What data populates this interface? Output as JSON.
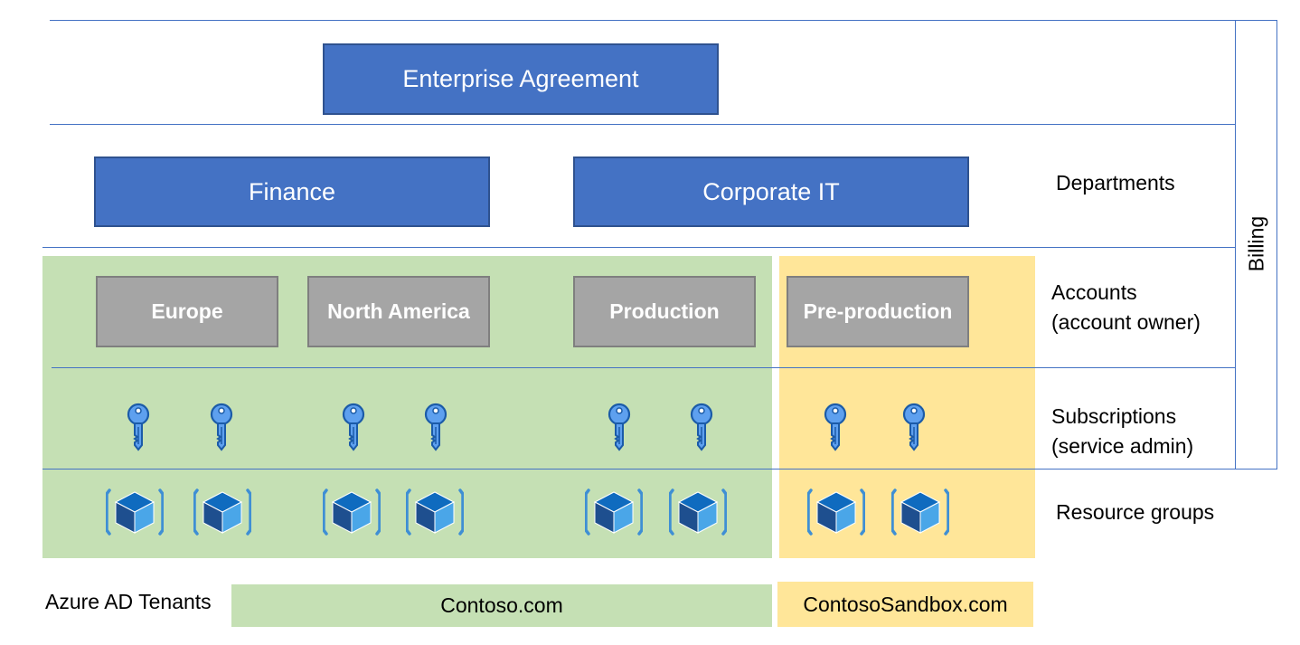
{
  "levels": {
    "enterprise": "Enterprise Agreement",
    "departments_label": "Departments",
    "accounts_label_line1": "Accounts",
    "accounts_label_line2": "(account owner)",
    "subscriptions_label_line1": "Subscriptions",
    "subscriptions_label_line2": "(service admin)",
    "resource_groups_label": "Resource groups",
    "billing_label": "Billing",
    "tenants_label": "Azure AD Tenants"
  },
  "departments": [
    "Finance",
    "Corporate IT"
  ],
  "accounts": [
    "Europe",
    "North America",
    "Production",
    "Pre-production"
  ],
  "tenants": [
    "Contoso.com",
    "ContosoSandbox.com"
  ],
  "icons": {
    "subscription": "key-icon",
    "resource_group": "resource-group-cube-icon"
  },
  "colors": {
    "blue": "#4472c4",
    "grey": "#a5a5a5",
    "green": "#c5e0b4",
    "yellow": "#ffe699"
  }
}
